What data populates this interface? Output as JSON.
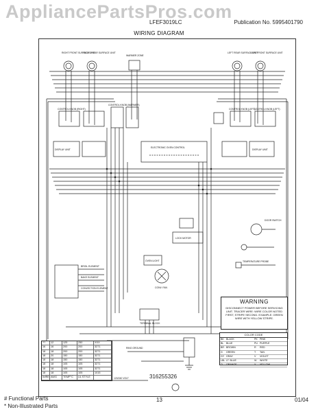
{
  "header": {
    "watermark": "AppliancePartsPros.com",
    "model": "LFEF3019LC",
    "publication": "Publication No. 5995401790",
    "title": "WIRING DIAGRAM"
  },
  "diagram": {
    "labels": {
      "rf": "RIGHT FRONT SURFACE UNIT",
      "rr": "RIGHT REAR SURFACE UNIT",
      "warmer": "WARMER ZONE",
      "lr": "LEFT REAR SURFACE UNIT",
      "lf": "LEFT FRONT SURFACE UNIT",
      "ctrl1": "CONTROL KNOB (RIGHT)",
      "ctrl2": "CONTROL KNOB (WARMER)",
      "ctrl3": "CONTROL KNOB (LEFT)",
      "ctrl4": "CONTROL KNOB (LEFT)",
      "display_l": "DISPLAY UNIT",
      "display_r": "DISPLAY UNIT",
      "eoc": "ELECTRONIC OVEN CONTROL",
      "door": "DOOR SWITCH",
      "lock": "LOCK MOTOR",
      "light": "OVEN LIGHT",
      "probe": "TEMPERATURE PROBE",
      "broil": "BROIL ELEMENT",
      "bake": "BAKE ELEMENT",
      "convection": "CONVECTION ELEMENT",
      "fan": "CONV. FAN",
      "terminal": "TERMINAL BLOCK",
      "ground": "RING GROUND",
      "supply": "120/240 VOLT"
    },
    "warning": {
      "title": "WARNING",
      "text": "DISCONNECT POWER BEFORE SERVICING UNIT. TRACER WIRE: WIRE COLOR NOTED FIRST, STRIPE SECOND. EXAMPLE: GREEN WIRE WITH YELLOW STRIPE."
    },
    "color_code": {
      "title": "COLOR CODE",
      "rows": [
        [
          "BK",
          "BLACK",
          "PK",
          "PINK"
        ],
        [
          "BL",
          "BLUE",
          "PU",
          "PURPLE"
        ],
        [
          "BR",
          "BROWN",
          "R",
          "RED"
        ],
        [
          "G",
          "GREEN",
          "T",
          "TAN"
        ],
        [
          "GY",
          "GRAY",
          "V",
          "VIOLET"
        ],
        [
          "LBL",
          "LT. BLUE",
          "W",
          "WHITE"
        ],
        [
          "O",
          "ORANGE",
          "Y",
          "YELLOW"
        ]
      ]
    },
    "wire_table": {
      "rows": [
        [
          "??",
          "12",
          "125",
          "250",
          "XXX"
        ],
        [
          "16",
          "16",
          "200",
          "200",
          "3271"
        ],
        [
          "18",
          "18",
          "200",
          "200",
          "3271"
        ],
        [
          "18",
          "20",
          "150",
          "150",
          "3271"
        ],
        [
          "18",
          "18",
          "150",
          "150",
          "3271"
        ],
        [
          "18",
          "18",
          "105",
          "105",
          "3271"
        ],
        [
          "18",
          "18",
          "105",
          "105",
          "3271"
        ],
        [
          "18",
          "18",
          "105",
          "105",
          "1015"
        ],
        [
          "WIRE",
          "AWG",
          "TEMP°C",
          "UL STYLE",
          ""
        ]
      ]
    },
    "part_code": "316255326"
  },
  "footer": {
    "functional": "# Functional Parts",
    "non_illustrated": "* Non-Illustrated Parts",
    "page": "13",
    "date": "01/04"
  }
}
